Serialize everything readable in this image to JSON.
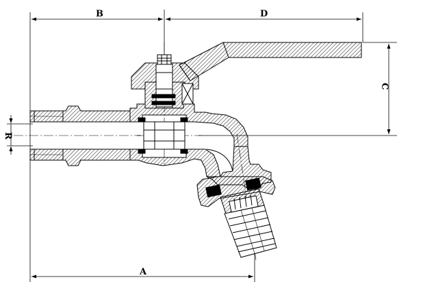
{
  "dimensions": {
    "A": "A",
    "B": "B",
    "C": "C",
    "D": "D",
    "R": "R"
  },
  "colors": {
    "line": "#000000",
    "hatch": "#000000",
    "background": "#ffffff"
  }
}
